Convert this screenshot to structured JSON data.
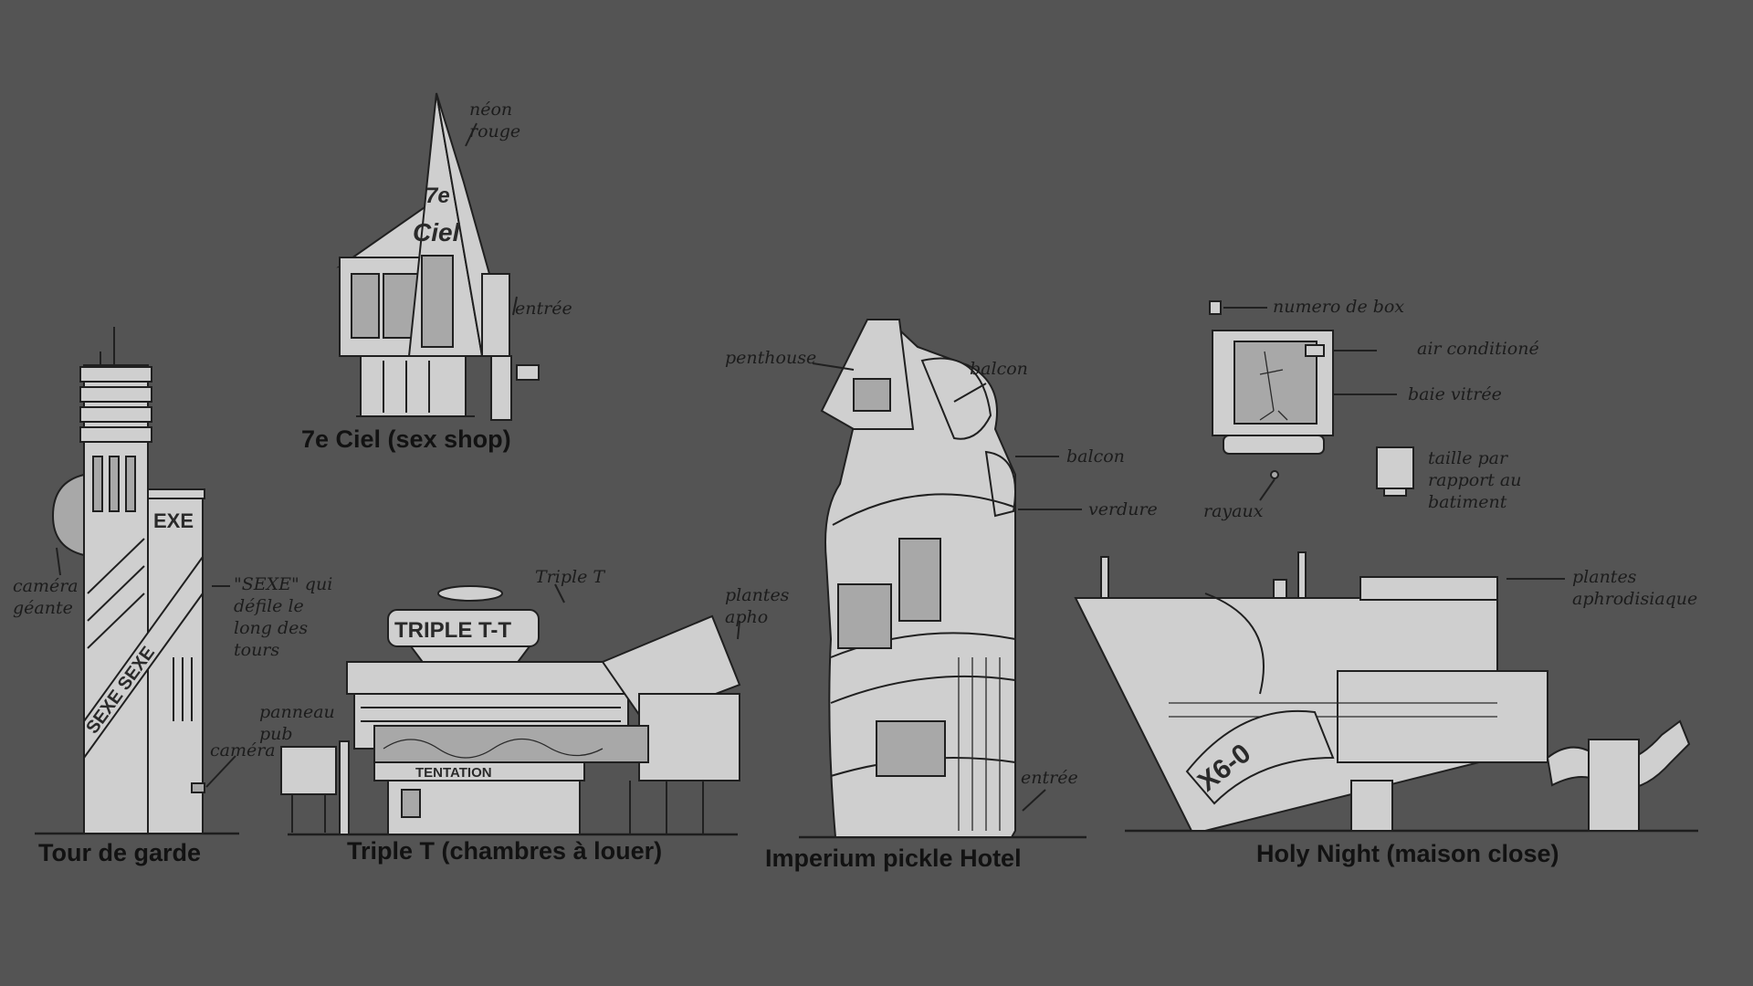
{
  "buildings": {
    "tour": {
      "caption": "Tour de garde",
      "notes": {
        "camera_geante": "caméra géante",
        "sexe": "\"SEXE\" qui défile le long des tours",
        "camera": "caméra"
      },
      "sign": "SEXE SEXE",
      "sign_top": "EXE"
    },
    "ciel": {
      "caption": "7e Ciel (sex shop)",
      "notes": {
        "neon": "néon rouge",
        "entree": "entrée"
      },
      "sign_7e": "7e",
      "sign_ciel": "Ciel"
    },
    "triple": {
      "caption": "Triple T (chambres à louer)",
      "notes": {
        "triple": "Triple T",
        "plantes": "plantes apho",
        "panneau": "panneau pub"
      },
      "sign_top": "TRIPLE T-T",
      "sign_bottom": "TENTATION"
    },
    "imperium": {
      "caption": "Imperium pickle Hotel",
      "notes": {
        "penthouse": "penthouse",
        "balcon1": "balcon",
        "balcon2": "balcon",
        "verdure": "verdure",
        "entree": "entrée"
      }
    },
    "holy": {
      "caption": "Holy Night (maison close)",
      "notes": {
        "numero": "numero de box",
        "air": "air conditioné",
        "baie": "baie vitrée",
        "rayaux": "rayaux",
        "taille": "taille par rapport au batiment",
        "plantes": "plantes aphrodisiaque"
      },
      "sign": "X6-0"
    }
  },
  "colors": {
    "background": "#545454",
    "ink": "#202020",
    "fill": "#cfcfcf",
    "fill_dark": "#a8a8a8"
  }
}
